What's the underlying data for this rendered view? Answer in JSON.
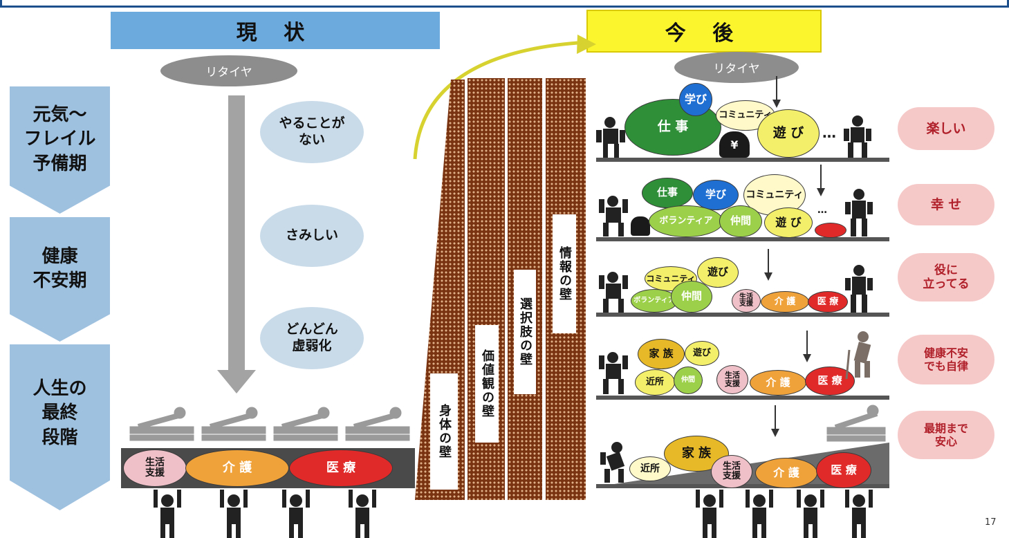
{
  "headers": {
    "current": "現 状",
    "future": "今 後"
  },
  "retire_label": "リタイヤ",
  "stages": [
    "元気～\nフレイル\n予備期",
    "健康\n不安期",
    "人生の\n最終\n段階"
  ],
  "current_bubbles": [
    "やることが\nない",
    "さみしい",
    "どんどん\n虚弱化"
  ],
  "support_bar": {
    "life_support": "生活\n支援",
    "care": "介 護",
    "medical": "医 療"
  },
  "walls": [
    "身体の壁",
    "価値観の壁",
    "選択肢の壁",
    "情報の壁"
  ],
  "future_rows": [
    {
      "feeling": "楽しい",
      "items": {
        "work": "仕 事",
        "study": "学び",
        "community": "コミュニティ",
        "play": "遊 び",
        "money": "¥"
      }
    },
    {
      "feeling": "幸 せ",
      "items": {
        "work": "仕事",
        "study": "学び",
        "community": "コミュニティ",
        "volunteer": "ボランティア",
        "friends": "仲間",
        "play": "遊 び"
      }
    },
    {
      "feeling": "役に\n立ってる",
      "items": {
        "community": "コミュニティ",
        "play": "遊び",
        "volunteer": "ボランティア",
        "friends": "仲間",
        "life_support": "生活\n支援",
        "care": "介 護",
        "medical": "医 療"
      }
    },
    {
      "feeling": "健康不安\nでも自律",
      "items": {
        "family": "家 族",
        "play": "遊び",
        "neighbors": "近所",
        "friends": "仲間",
        "life_support": "生活\n支援",
        "care": "介 護",
        "medical": "医 療"
      }
    },
    {
      "feeling": "最期まで\n安心",
      "items": {
        "neighbors": "近所",
        "family": "家 族",
        "life_support": "生活\n支援",
        "care": "介 護",
        "medical": "医 療"
      }
    }
  ],
  "ellipsis": "…",
  "page_number": "17",
  "colors": {
    "blue_header": "#6ca9dc",
    "yellow_header": "#fbf52e",
    "wall": "#7a3310",
    "feeling_text": "#b0202a"
  }
}
